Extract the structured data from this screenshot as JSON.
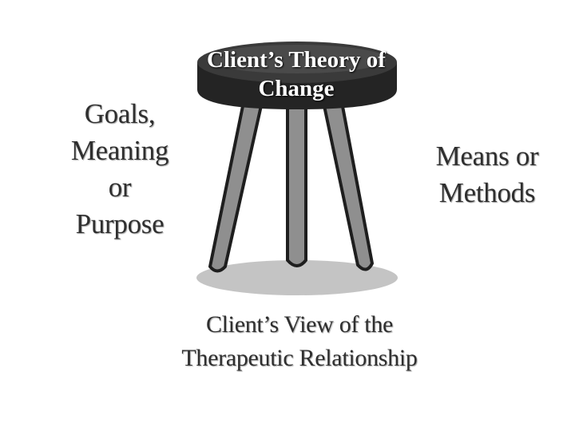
{
  "stool": {
    "seat_line1": "Client’s Theory of",
    "seat_line2": "Change"
  },
  "labels": {
    "left": [
      "Goals,",
      "Meaning",
      "or",
      "Purpose"
    ],
    "right": [
      "Means or",
      "Methods"
    ],
    "bottom": [
      "Client’s View of the",
      "Therapeutic Relationship"
    ]
  },
  "colors": {
    "seat": "#2b2b2b",
    "legs": "#8f8f8f",
    "shadow": "#c4c4c4",
    "text": "#2f2f2f"
  }
}
